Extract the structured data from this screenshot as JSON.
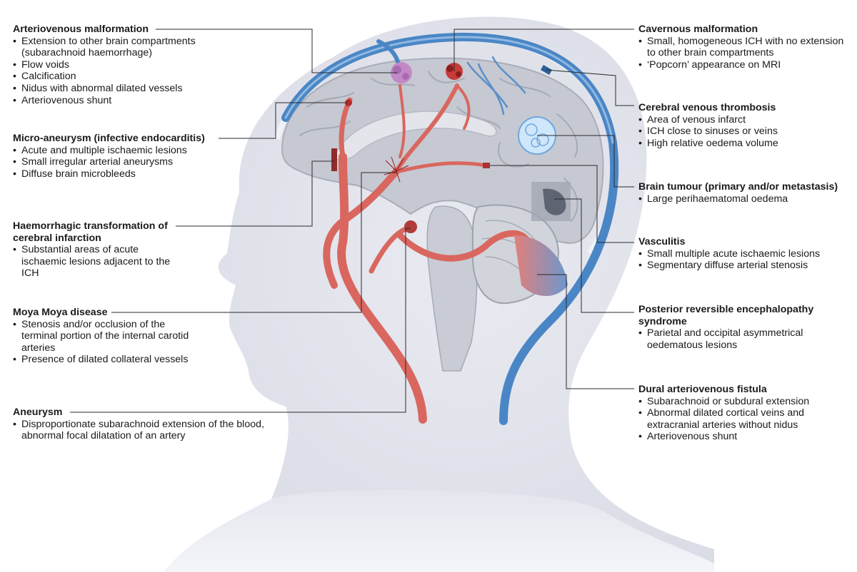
{
  "labels": {
    "avm": {
      "title": "Arteriovenous malformation",
      "bullets": [
        "Extension to other brain compartments (subarachnoid haemorrhage)",
        "Flow voids",
        "Calcification",
        "Nidus with abnormal dilated vessels",
        "Arteriovenous shunt"
      ]
    },
    "micro": {
      "title": "Micro-aneurysm (infective endocarditis)",
      "bullets": [
        "Acute and multiple ischaemic lesions",
        "Small irregular arterial aneurysms",
        "Diffuse brain microbleeds"
      ]
    },
    "haem": {
      "title": "Haemorrhagic transformation of cerebral infarction",
      "bullets": [
        "Substantial areas of acute ischaemic lesions adjacent to the ICH"
      ]
    },
    "moya": {
      "title": "Moya Moya disease",
      "bullets": [
        "Stenosis and/or occlusion of the terminal portion of the internal carotid arteries",
        "Presence of dilated collateral vessels"
      ]
    },
    "aneurysm": {
      "title": "Aneurysm",
      "bullets": [
        "Disproportionate subarachnoid extension of the blood, abnormal focal dilatation of an artery"
      ]
    },
    "cavernous": {
      "title": "Cavernous malformation",
      "bullets": [
        "Small, homogeneous ICH with no extension to other brain compartments",
        "‘Popcorn’ appearance on MRI"
      ]
    },
    "cvt": {
      "title": "Cerebral venous thrombosis",
      "bullets": [
        "Area of venous infarct",
        "ICH close to sinuses or veins",
        "High relative oedema volume"
      ]
    },
    "tumour": {
      "title": "Brain tumour (primary and/or metastasis)",
      "bullets": [
        "Large perihaematomal oedema"
      ]
    },
    "vasc": {
      "title": "Vasculitis",
      "bullets": [
        "Small multiple acute ischaemic lesions",
        "Segmentary diffuse arterial stenosis"
      ]
    },
    "pres": {
      "title": "Posterior reversible encephalopathy syndrome",
      "bullets": [
        "Parietal and occipital asymmetrical oedematous lesions"
      ]
    },
    "davf": {
      "title": "Dural arteriovenous fistula",
      "bullets": [
        "Subarachnoid or subdural extension",
        "Abnormal dilated cortical veins and extracranial arteries without nidus",
        "Arteriovenous shunt"
      ]
    }
  },
  "colors": {
    "artery": "#d9675f",
    "vein": "#4a86c5",
    "head": "#e4e6ee",
    "brain": "#c3c6cf"
  }
}
